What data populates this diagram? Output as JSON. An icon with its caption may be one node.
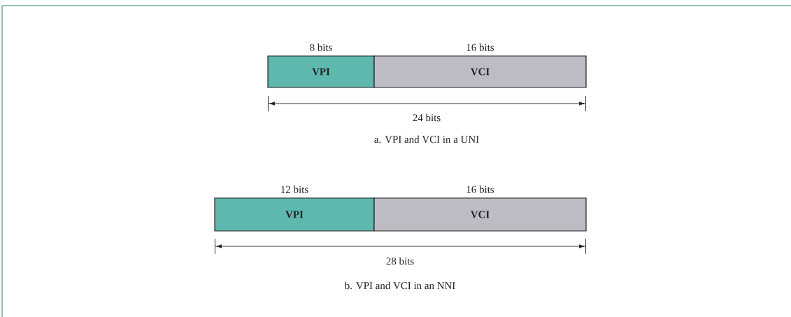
{
  "diagram": {
    "nodes": [
      {
        "text": [
          "VPI"
        ],
        "beside": [
          "8 bits"
        ]
      },
      {
        "text": [
          "VCI"
        ],
        "beside": [
          "16 bits"
        ]
      },
      {
        "text": [
          "VPI"
        ],
        "beside": [
          "12 bits"
        ]
      },
      {
        "text": [
          "VCI"
        ],
        "beside": [
          "16 bits"
        ]
      }
    ],
    "labels": [
      "24 bits",
      "a. VPI and VCI in a UNI",
      "28 bits",
      "b. VPI and VCI in an NNI"
    ]
  }
}
